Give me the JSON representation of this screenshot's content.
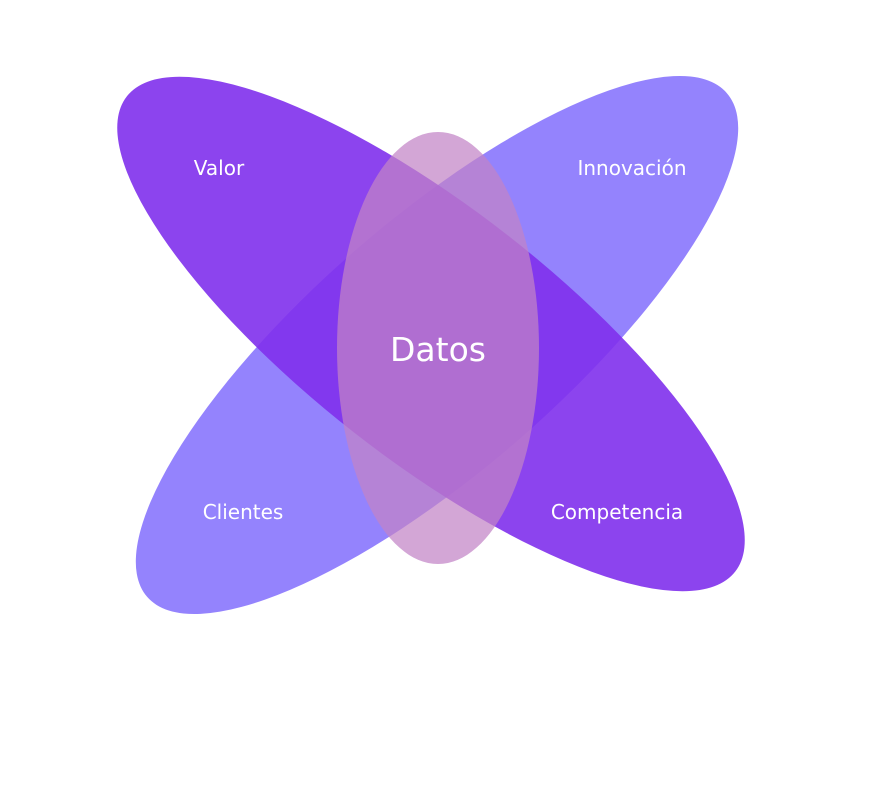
{
  "diagram": {
    "center_label": "Datos",
    "petals": {
      "top_left": "Valor",
      "top_right": "Innovación",
      "bottom_left": "Clientes",
      "bottom_right": "Competencia"
    }
  },
  "colors": {
    "dark_purple_ellipse": "#8136EC",
    "light_purple_ellipse": "#8B78FD",
    "pink_ellipse": "#C38AC6",
    "center_overlap": "#8424CB",
    "text": "#FFFFFF",
    "background": "#FFFFFF"
  }
}
